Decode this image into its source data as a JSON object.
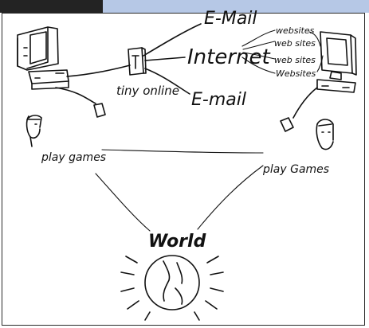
{
  "labels": {
    "email_top": "E-Mail",
    "internet": "Internet",
    "email_bottom": "E-mail",
    "tiny_online": "tiny online",
    "websites": [
      "websites",
      "web sites",
      "web sites",
      "Websites"
    ],
    "play_games_left": "play games",
    "play_games_right": "play Games",
    "world": "World"
  },
  "colors": {
    "ink": "#111111",
    "header_dark": "#232323",
    "header_light": "#b6c8e6"
  },
  "icons": [
    "computer-left-icon",
    "computer-right-icon",
    "mouse-left-icon",
    "mouse-right-icon",
    "router-box-icon",
    "person-left-icon",
    "person-right-icon",
    "globe-icon"
  ]
}
